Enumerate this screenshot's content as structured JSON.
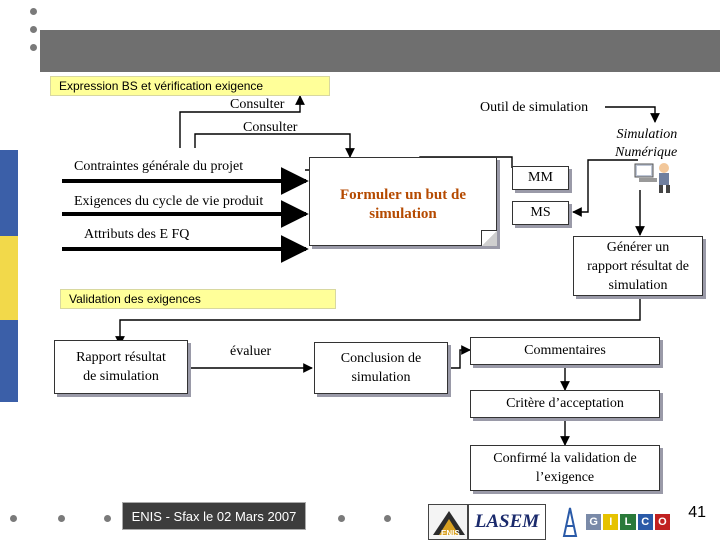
{
  "header": {
    "banner": "Expression BS et vérification exigence"
  },
  "flow_top": {
    "consulter_1": "Consulter",
    "consulter_2": "Consulter",
    "outil": "Outil de simulation",
    "simulation_num": [
      "Simulation",
      "Numérique"
    ]
  },
  "inputs": {
    "contraintes": "Contraintes générale du projet",
    "exigences": "Exigences du cycle de vie produit",
    "attributs": "Attributs des E FQ"
  },
  "note": {
    "label": [
      "Formuler un but de",
      "simulation"
    ]
  },
  "models": {
    "mm": "MM",
    "ms": "MS"
  },
  "generer": [
    "Générer un",
    "rapport résultat de",
    "simulation"
  ],
  "validation": {
    "banner": "Validation des exigences",
    "rapport": [
      "Rapport résultat",
      "de simulation"
    ],
    "evaluer": "évaluer",
    "conclusion": [
      "Conclusion de",
      "simulation"
    ],
    "commentaires": "Commentaires",
    "critere": "Critère d’acceptation",
    "confirme": [
      "Confirmé la validation de",
      "l’exigence"
    ]
  },
  "footer": {
    "date": "ENIS - Sfax le 02 Mars 2007",
    "lab": "LASEM",
    "enis": "ENIS",
    "gilco": [
      "G",
      "I",
      "L",
      "C",
      "O"
    ],
    "page": "41"
  },
  "colors": {
    "top_bar": "#6f6f6f",
    "side_blue": "#3b5fa8",
    "side_yellow": "#f2d94a",
    "band_yellow": "#ffff99",
    "shadow": "#9a9aa8"
  }
}
